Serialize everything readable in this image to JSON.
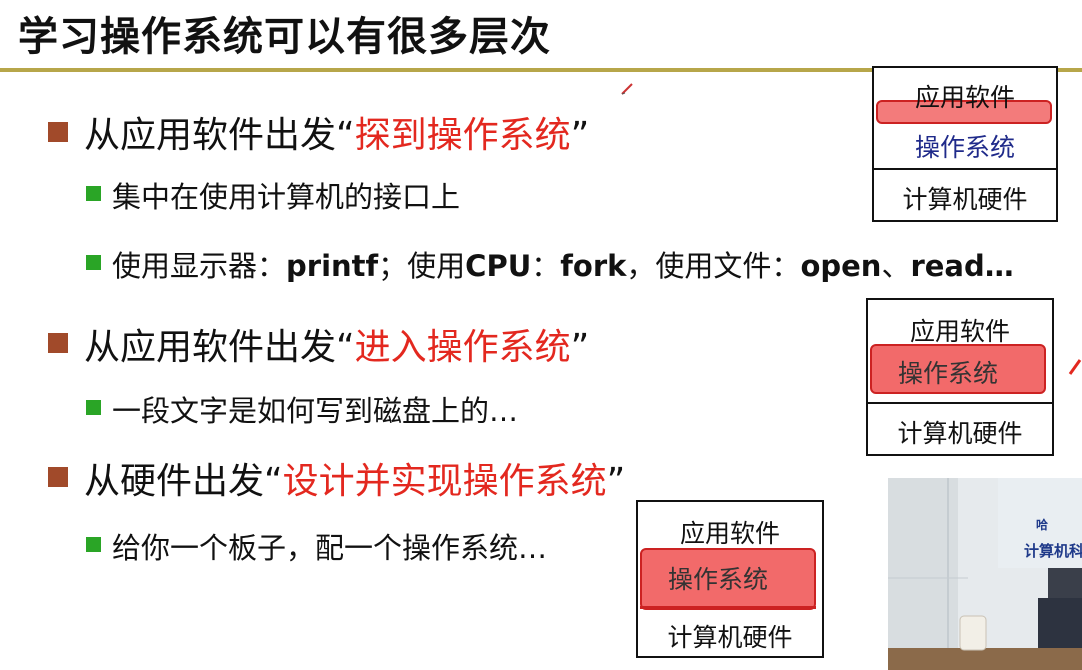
{
  "slide": {
    "title": "学习操作系统可以有很多层次",
    "items": [
      {
        "prefix": "从应用软件出发“",
        "highlight": "探到操作系统",
        "suffix": "”",
        "subitems": [
          {
            "text": "集中在使用计算机的接口上"
          },
          {
            "segments": [
              "使用显示器：",
              "printf",
              "；使用",
              "CPU",
              "：",
              "fork",
              "，使用文件：",
              "open",
              "、",
              "read…"
            ]
          }
        ]
      },
      {
        "prefix": "从应用软件出发“",
        "highlight": "进入操作系统",
        "suffix": "”",
        "subitems": [
          {
            "text": "一段文字是如何写到磁盘上的…"
          }
        ]
      },
      {
        "prefix": "从硬件出发“",
        "highlight": "设计并实现操作系统",
        "suffix": "”",
        "subitems": [
          {
            "text": "给你一个板子，配一个操作系统…"
          }
        ]
      }
    ]
  },
  "diagrams": [
    {
      "top": "应用软件",
      "middle": "操作系统",
      "bottom": "计算机硬件"
    },
    {
      "top": "应用软件",
      "middle": "操作系统",
      "bottom": "计算机硬件"
    },
    {
      "top": "应用软件",
      "middle": "操作系统",
      "bottom": "计算机硬件"
    }
  ],
  "video": {
    "banner_line1": "哈",
    "banner_line2": "计算机科"
  },
  "colors": {
    "accent_red": "#e3281f",
    "bullet_brown": "#a14a2a",
    "bullet_green": "#2aa526",
    "rule_gold": "#b7a64a",
    "os_blue": "#1f2a8a"
  }
}
